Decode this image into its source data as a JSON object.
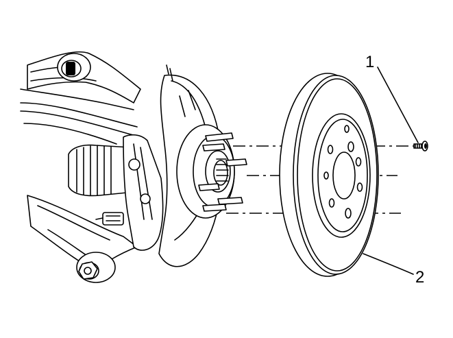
{
  "callouts": [
    {
      "id": "1",
      "label": "1",
      "part": "rotor-retaining-screw"
    },
    {
      "id": "2",
      "label": "2",
      "part": "brake-rotor"
    }
  ],
  "colors": {
    "line": "#000000",
    "background": "#ffffff"
  }
}
